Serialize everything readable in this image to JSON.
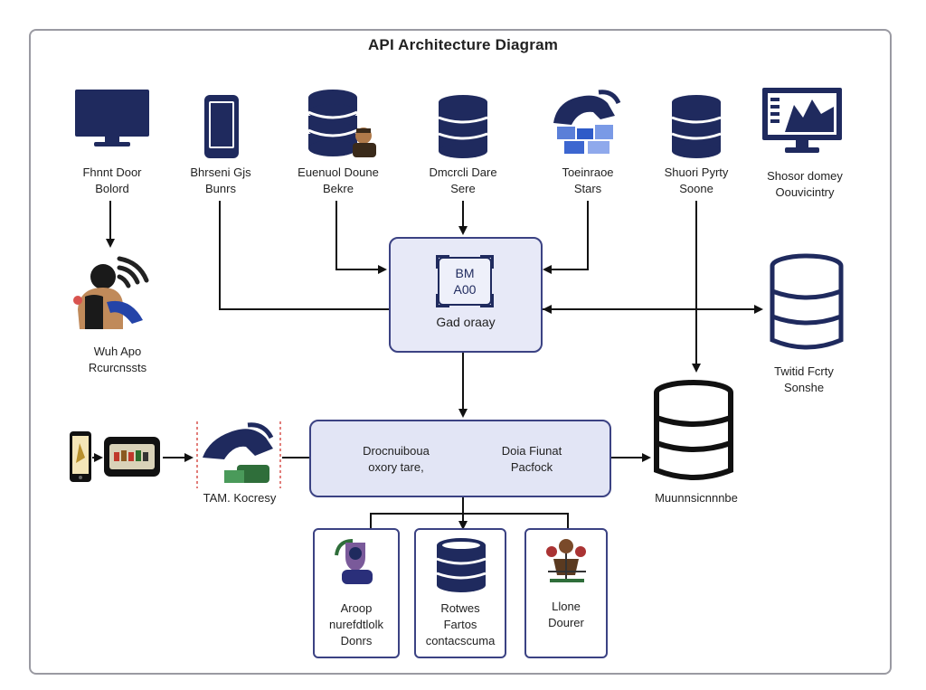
{
  "title": "API Architecture Diagram",
  "sources": [
    {
      "id": "client",
      "line1": "Fhnnt Door",
      "line2": "Bolord",
      "icon": "monitor-icon"
    },
    {
      "id": "mobile",
      "line1": "Bhrseni Gjs",
      "line2": "Bunrs",
      "icon": "mobile-phone-icon"
    },
    {
      "id": "ext-db",
      "line1": "Euenuol Doune",
      "line2": "Bekre",
      "icon": "database-user-icon"
    },
    {
      "id": "direct",
      "line1": "Dmcrcli Dare",
      "line2": "Sere",
      "icon": "database-icon"
    },
    {
      "id": "interface",
      "line1": "Toeinraoe",
      "line2": "Stars",
      "icon": "puzzle-icon"
    },
    {
      "id": "third",
      "line1": "Shuori Pyrty",
      "line2": "Soone",
      "icon": "database-icon"
    },
    {
      "id": "analytics",
      "line1": "Shosor domey",
      "line2": "Oouvicintry",
      "icon": "analytics-monitor-icon"
    }
  ],
  "web_app": {
    "line1": "Wuh Apo",
    "line2": "Rcurcnssts"
  },
  "gateway": {
    "badge_line1": "BM",
    "badge_line2": "A00",
    "label": "Gad oraay"
  },
  "third_party_service": {
    "line1": "Twitid Fcrty",
    "line2": "Sonshe"
  },
  "middle": {
    "left_line1": "Drocnuiboua",
    "left_line2": "oxory tare,",
    "right_line1": "Doia Fiunat",
    "right_line2": "Pacfock"
  },
  "auth": {
    "label": "TAM. Kocresy"
  },
  "main_db": {
    "label": "Muunnsicnnnbe"
  },
  "cards": [
    {
      "line1": "Aroop",
      "line2": "nurefdtlolk",
      "line3": "Donrs",
      "icon": "user-shield-icon"
    },
    {
      "line1": "Rotwes",
      "line2": "Fartos",
      "line3": "contacscuma",
      "icon": "database-icon"
    },
    {
      "line1": "Llone",
      "line2": "Dourer",
      "line3": "",
      "icon": "puppet-icon"
    }
  ],
  "colors": {
    "navy": "#1f2a5e",
    "accent": "#3b4283",
    "gateway_fill": "#e7e9f7",
    "frame": "#9a9aa2"
  }
}
